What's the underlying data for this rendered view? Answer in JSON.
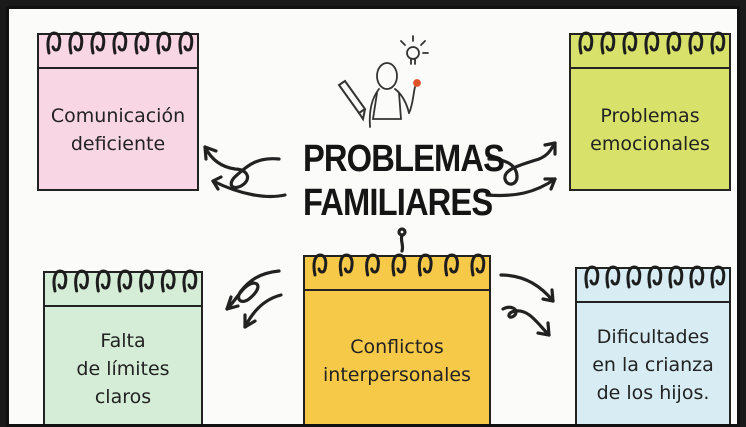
{
  "title": {
    "line1": "PROBLEMAS",
    "line2": "FAMILIARES"
  },
  "notes": [
    {
      "id": "comunicacion",
      "lines": [
        "Comunicación",
        "deficiente"
      ],
      "color": "#f9d6e4"
    },
    {
      "id": "emocionales",
      "lines": [
        "Problemas",
        "emocionales"
      ],
      "color": "#d8e26a"
    },
    {
      "id": "limites",
      "lines": [
        "Falta",
        "de límites",
        "claros"
      ],
      "color": "#d5ecd7"
    },
    {
      "id": "conflictos",
      "lines": [
        "Conflictos",
        "interpersonales"
      ],
      "color": "#f7c948"
    },
    {
      "id": "crianza",
      "lines": [
        "Dificultades",
        "en la crianza",
        "de los hijos."
      ],
      "color": "#d7ecf3"
    }
  ],
  "icons": [
    "person-with-lightbulb-icon",
    "pencil-icon",
    "curly-arrow-icon"
  ]
}
